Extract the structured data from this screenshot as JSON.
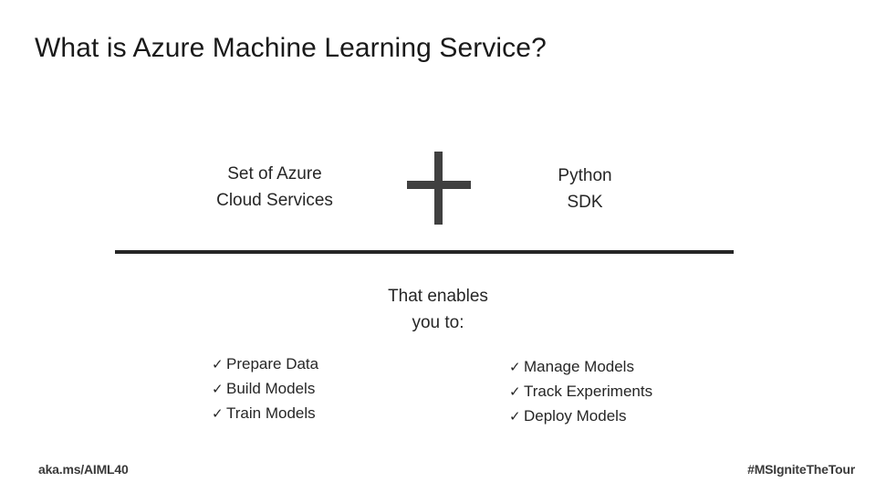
{
  "slide": {
    "title": "What is Azure Machine Learning Service?",
    "concept_left": {
      "line1": "Set of Azure",
      "line2": "Cloud Services"
    },
    "operator": "+",
    "concept_right": {
      "line1": "Python",
      "line2": "SDK"
    },
    "enables": {
      "line1": "That enables",
      "line2": "you to:"
    },
    "bullets_left": [
      {
        "mark": "✓",
        "label": "Prepare Data"
      },
      {
        "mark": "✓",
        "label": "Build Models"
      },
      {
        "mark": "✓",
        "label": "Train Models"
      }
    ],
    "bullets_right": [
      {
        "mark": "✓",
        "label": "Manage Models"
      },
      {
        "mark": "✓",
        "label": "Track Experiments"
      },
      {
        "mark": "✓",
        "label": "Deploy Models"
      }
    ],
    "footer": {
      "left": "aka.ms/AIML40",
      "right": "#MSIgniteTheTour"
    },
    "colors": {
      "text": "#262626",
      "rule": "#262626",
      "plus": "#404040",
      "footer": "#3a3a3a"
    }
  }
}
